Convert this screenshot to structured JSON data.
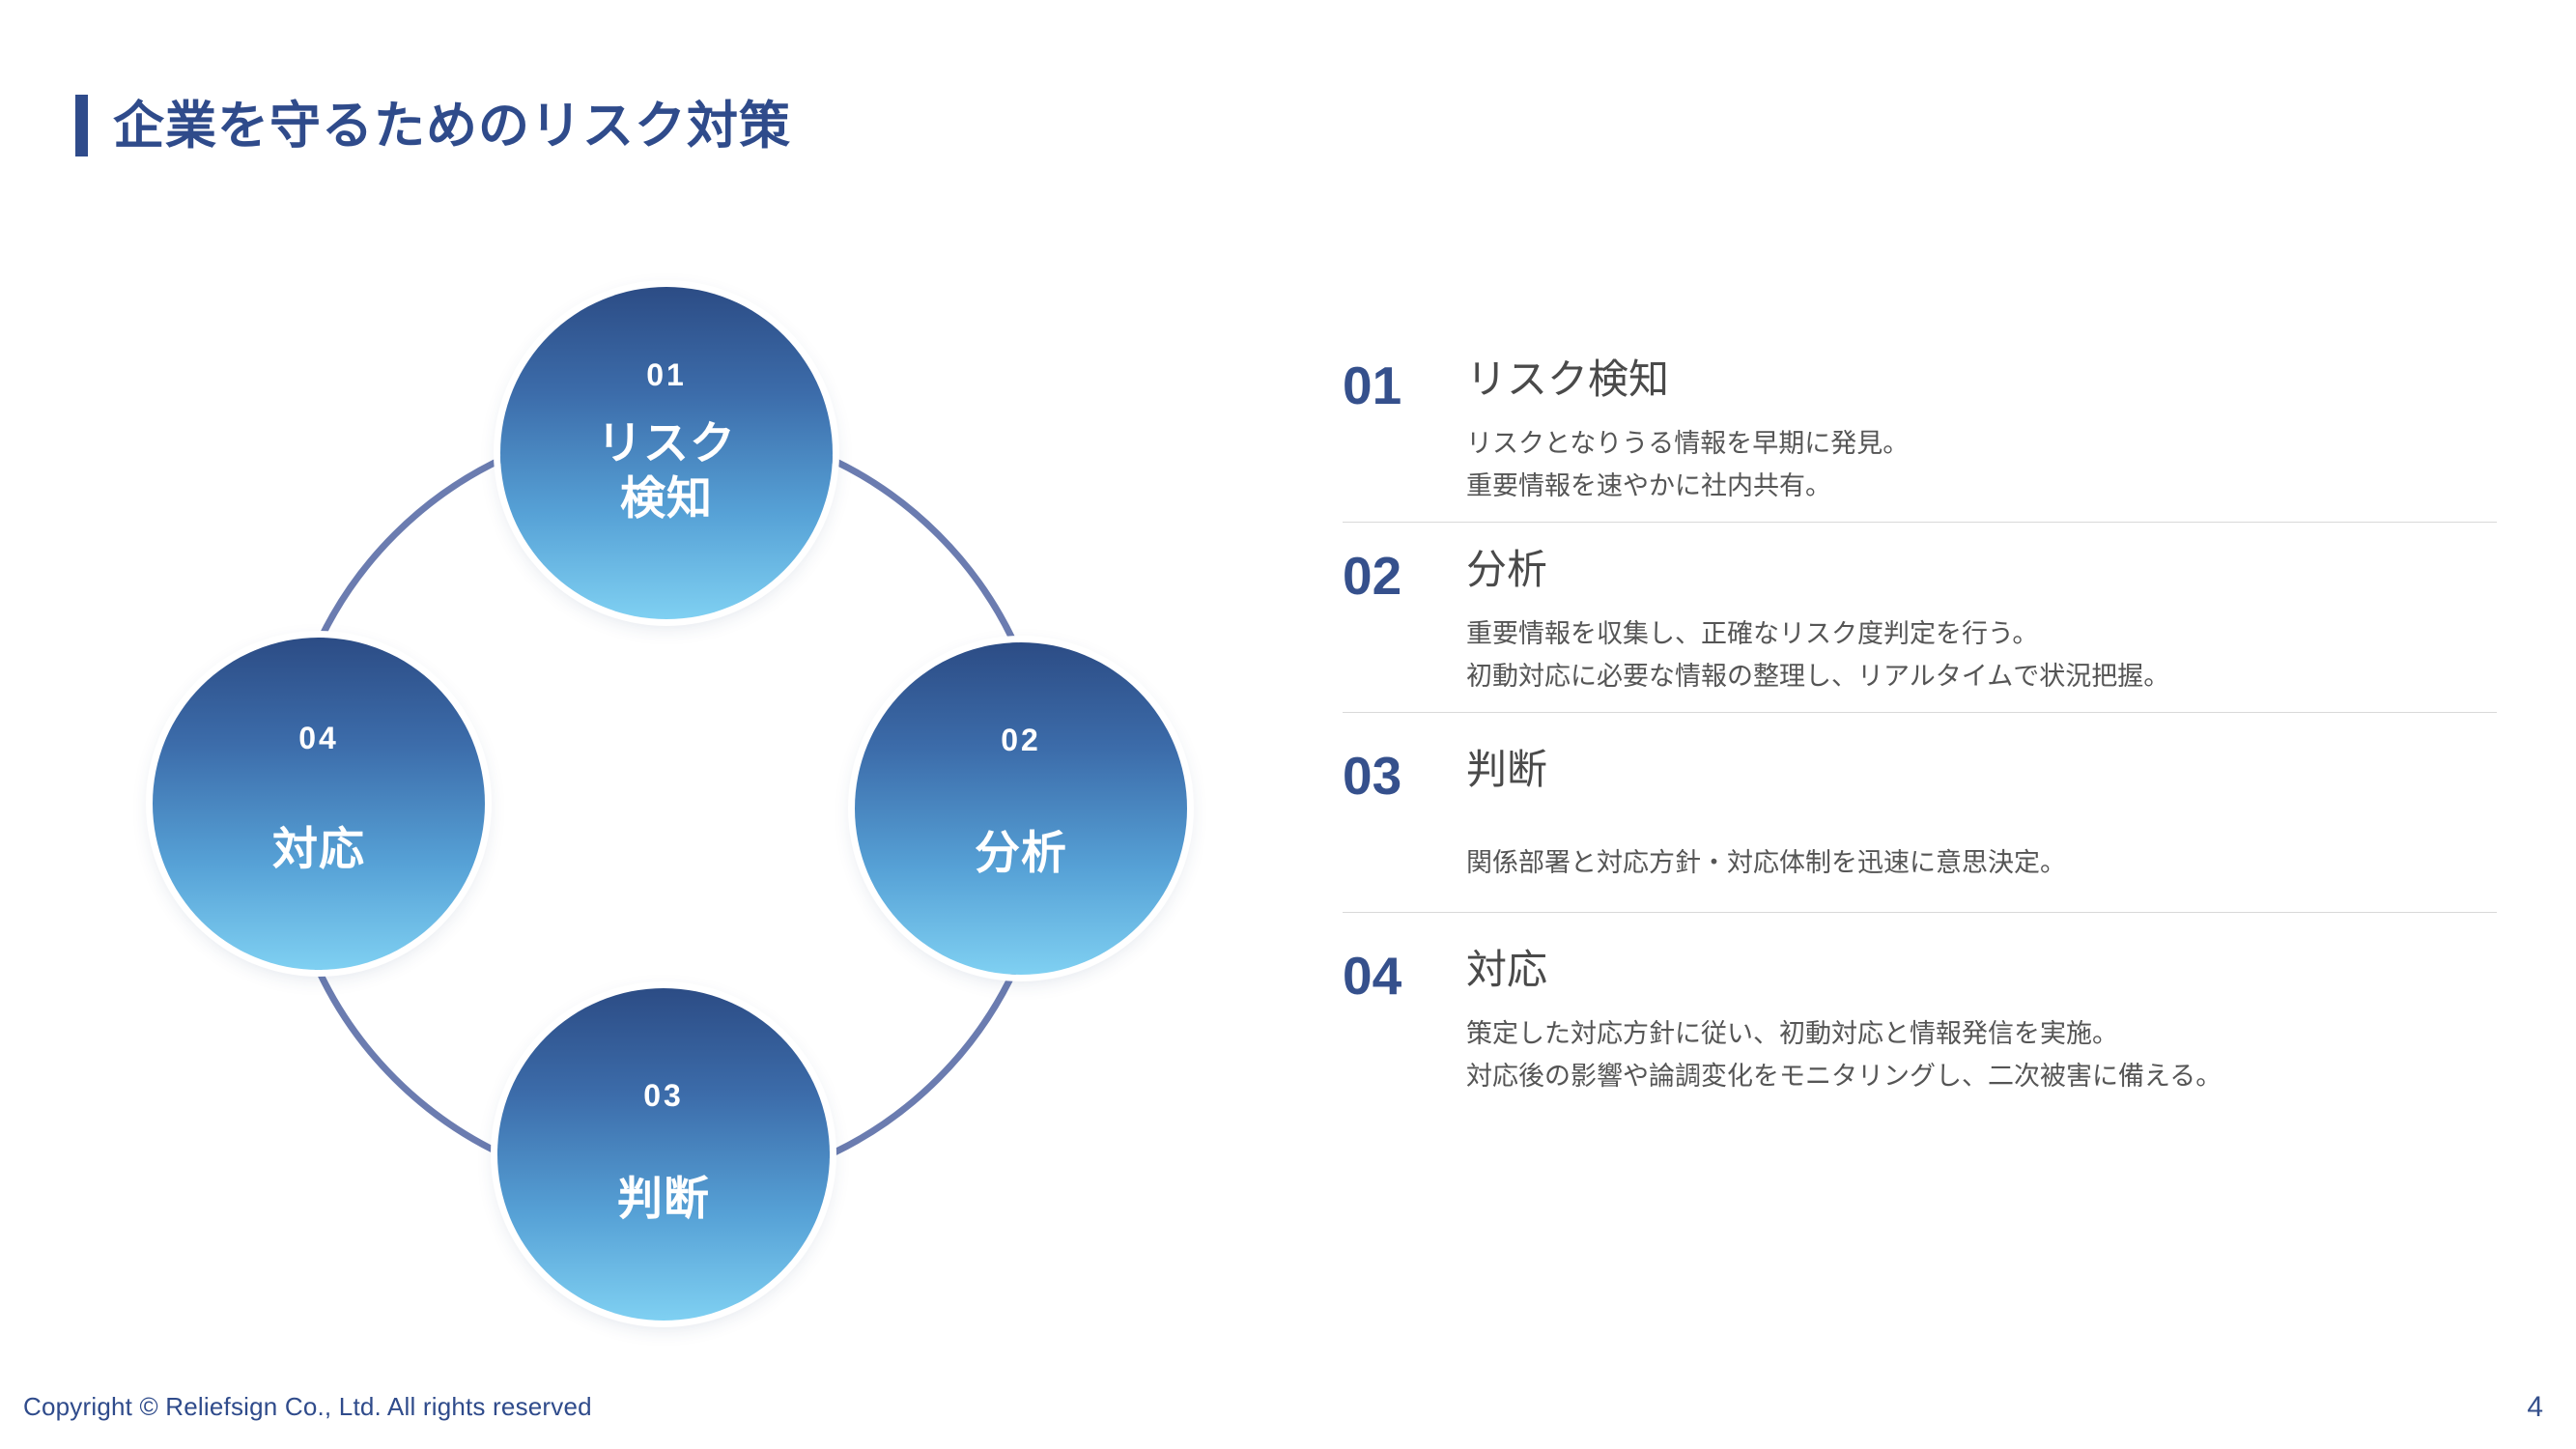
{
  "slide": {
    "title": "企業を守るためのリスク対策",
    "accent_color": "#2F4B8B",
    "page_number": "4",
    "copyright": "Copyright © Reliefsign Co., Ltd.  All rights reserved"
  },
  "diagram": {
    "ring_color": "#6B7CB0",
    "node_gradient_from": "#2C4C85",
    "node_gradient_to": "#7FD0F2",
    "nodes": [
      {
        "number": "01",
        "label_line1": "リスク",
        "label_line2": "検知",
        "position": "top"
      },
      {
        "number": "02",
        "label_line1": "分析",
        "label_line2": "",
        "position": "right"
      },
      {
        "number": "03",
        "label_line1": "判断",
        "label_line2": "",
        "position": "bottom"
      },
      {
        "number": "04",
        "label_line1": "対応",
        "label_line2": "",
        "position": "left"
      }
    ]
  },
  "steps": [
    {
      "number": "01",
      "heading": "リスク検知",
      "desc_line1": "リスクとなりうる情報を早期に発見。",
      "desc_line2": "重要情報を速やかに社内共有。"
    },
    {
      "number": "02",
      "heading": "分析",
      "desc_line1": "重要情報を収集し、正確なリスク度判定を行う。",
      "desc_line2": "初動対応に必要な情報の整理し、リアルタイムで状況把握。"
    },
    {
      "number": "03",
      "heading": "判断",
      "desc_line1": "関係部署と対応方針・対応体制を迅速に意思決定。",
      "desc_line2": ""
    },
    {
      "number": "04",
      "heading": "対応",
      "desc_line1": "策定した対応方針に従い、初動対応と情報発信を実施。",
      "desc_line2": "対応後の影響や論調変化をモニタリングし、二次被害に備える。"
    }
  ]
}
